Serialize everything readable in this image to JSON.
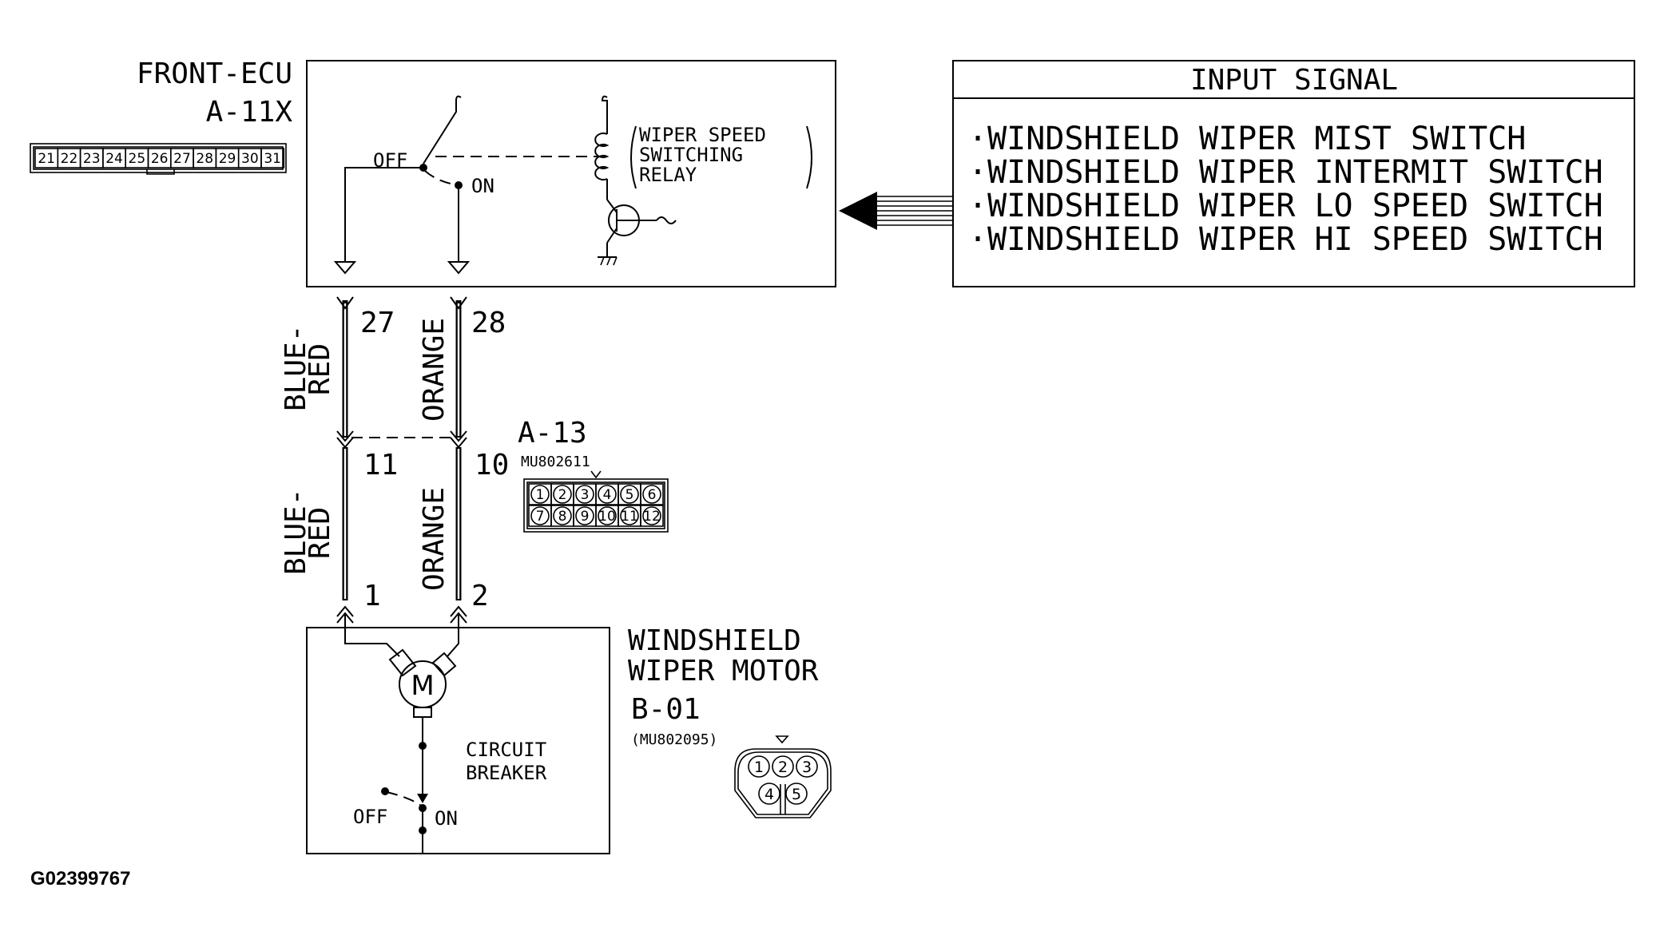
{
  "diagram_ref": "G02399767",
  "front_ecu": {
    "name": "FRONT-ECU",
    "connector": "A-11X",
    "pins": [
      "21",
      "22",
      "23",
      "24",
      "25",
      "26",
      "27",
      "28",
      "29",
      "30",
      "31"
    ]
  },
  "relay": {
    "label_line1": "WIPER SPEED",
    "label_line2": "SWITCHING",
    "label_line3": "RELAY",
    "off_label": "OFF",
    "on_label": "ON"
  },
  "input_signal": {
    "title": "INPUT SIGNAL",
    "items": [
      "·WINDSHIELD WIPER MIST SWITCH",
      "·WINDSHIELD WIPER INTERMIT SWITCH",
      "·WINDSHIELD WIPER LO SPEED SWITCH",
      "·WINDSHIELD WIPER HI SPEED SWITCH"
    ]
  },
  "wires": {
    "left_color_line1": "BLUE-",
    "left_color_line2": "RED",
    "right_color": "ORANGE",
    "ecu_pin_left": "27",
    "ecu_pin_right": "28",
    "jc_pin_left": "11",
    "jc_pin_right": "10",
    "motor_pin_left": "1",
    "motor_pin_right": "2"
  },
  "connector_a13": {
    "name": "A-13",
    "part": "MU802611",
    "pins_row1": [
      "1",
      "2",
      "3",
      "4",
      "5",
      "6"
    ],
    "pins_row2": [
      "7",
      "8",
      "9",
      "10",
      "11",
      "12"
    ]
  },
  "wiper_motor": {
    "name_line1": "WINDSHIELD",
    "name_line2": "WIPER MOTOR",
    "connector": "B-01",
    "part": "(MU802095)",
    "motor_symbol": "M",
    "breaker_line1": "CIRCUIT",
    "breaker_line2": "BREAKER",
    "off_label": "OFF",
    "on_label": "ON",
    "pins_row1": [
      "1",
      "2",
      "3"
    ],
    "pins_row2": [
      "4",
      "5"
    ]
  }
}
